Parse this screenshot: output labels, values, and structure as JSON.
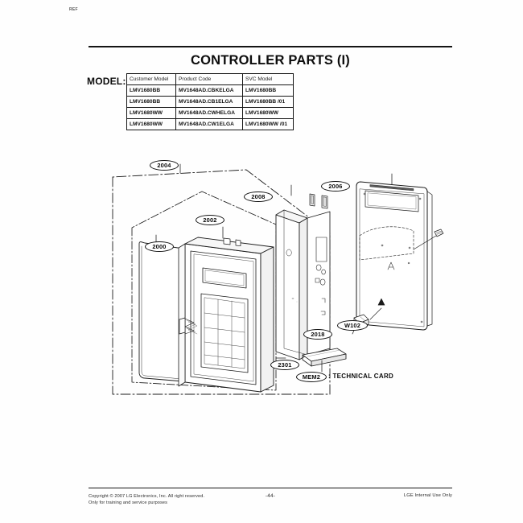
{
  "page": {
    "corner_mark": "REF",
    "title": "CONTROLLER PARTS (I)",
    "model_label": "MODEL:"
  },
  "model_table": {
    "headers": [
      "Customer Model",
      "Product Code",
      "SVC Model"
    ],
    "rows": [
      [
        "LMV1680BB",
        "MV1648AD.CBKELGA",
        "LMV1680BB"
      ],
      [
        "LMV1680BB",
        "MV1648AD.CB1ELGA",
        "LMV1680BB /01"
      ],
      [
        "LMV1680WW",
        "MV1648AD.CWHELGA",
        "LMV1680WW"
      ],
      [
        "LMV1680WW",
        "MV1648AD.CW1ELGA",
        "LMV1680WW /01"
      ]
    ]
  },
  "diagram": {
    "callouts": [
      {
        "id": "callout-2004",
        "label": "2004"
      },
      {
        "id": "callout-2008",
        "label": "2008"
      },
      {
        "id": "callout-2006",
        "label": "2006"
      },
      {
        "id": "callout-2002",
        "label": "2002"
      },
      {
        "id": "callout-2000",
        "label": "2000"
      },
      {
        "id": "callout-2018",
        "label": "2018"
      },
      {
        "id": "callout-w102",
        "label": "W102"
      },
      {
        "id": "callout-2301",
        "label": "2301"
      },
      {
        "id": "callout-mem2",
        "label": "MEM2"
      }
    ],
    "technical_card_text": ": TECHNICAL CARD"
  },
  "footer": {
    "copyright_line1": "Copyright © 2007 LG Electronics, Inc. All right reserved.",
    "copyright_line2": "Only for training and service purposes",
    "page_number": "-44-",
    "notice": "LGE Internal Use Only"
  },
  "colors": {
    "ink": "#151515",
    "paper": "#fefefe",
    "line": "#222222"
  }
}
